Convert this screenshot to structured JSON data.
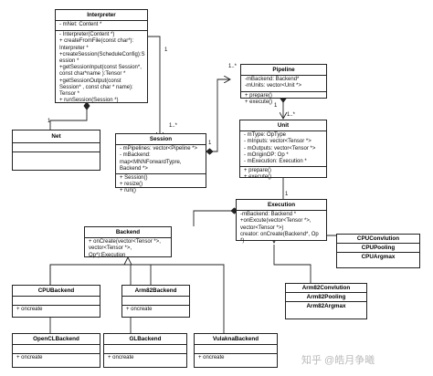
{
  "interpreter": {
    "name": "Interpreter",
    "attrs": "- mNet: Content *",
    "ops": "- Interpreter(Content *)\n+ createFromFile(const char*):\nInterpreter *\n+createSession(ScheduleConfig):S\nession *\n+getSessionInput(const Session*,\nconst char*name ):Tensor *\n+getSessionOutput(const\nSession* , const char * name):\nTensor *\n+ runSession(Session *)"
  },
  "net": {
    "name": "Net"
  },
  "session": {
    "name": "Session",
    "attrs": "- mPipelines: vector<Pipeline *>\n- mBackend:\nmap<MNNForwardTypre,\nBackend *>",
    "ops": "+ Session()\n+ resize()\n+ run()"
  },
  "pipeline": {
    "name": "Pipeline",
    "attrs": "-mBackend: Backend*\n-mUnits: vector<Unit *>",
    "ops": "+ prepare()\n+ execute()"
  },
  "unit": {
    "name": "Unit",
    "attrs": "- mType: OpType\n- mInputs: vector<Tensor *>\n- mOutputs: vector<Tensor *>\n- mOriginOP: Op *\n- mExecution: Execution *",
    "ops": "+ prepare()\n+ execute()"
  },
  "execution": {
    "name": "Execution",
    "ops": "-mBackend: Backend *\n+onExcute(vector<Tensor *>,\nvector<Tensor *>)\ncreator: onCreate(Backend*, Op *)"
  },
  "backend": {
    "name": "Backend",
    "ops": "+ onCreate(vector<Tensor *>,\nvector<Tensor *>, Op*):Execution"
  },
  "cpu_ops": [
    "CPUConvlution",
    "CPUPooling",
    "CPUArgmax"
  ],
  "arm_ops": [
    "Arm82Convlution",
    "Arm82Pooling",
    "Arm82Argmax"
  ],
  "cpu_backend": {
    "name": "CPUBackend",
    "ops": "+ oncreate"
  },
  "arm_backend": {
    "name": "Arm82Backend",
    "ops": "+ oncreate"
  },
  "opencl_backend": {
    "name": "OpenCLBackend",
    "ops": "+ oncreate"
  },
  "gl_backend": {
    "name": "GLBackend",
    "ops": "+ oncreate"
  },
  "vulkan_backend": {
    "name": "VulaknaBackend",
    "ops": "+ oncreate"
  },
  "multiplicities": {
    "interp_net_1": "1",
    "interp_session_1": "1",
    "session_many": "1..*",
    "pipeline_1": "1",
    "pipeline_many": "1..*",
    "unit_1": "1",
    "unit_many": "1..*",
    "execution_1": "1"
  },
  "watermark": "知乎 @皓月争曦"
}
